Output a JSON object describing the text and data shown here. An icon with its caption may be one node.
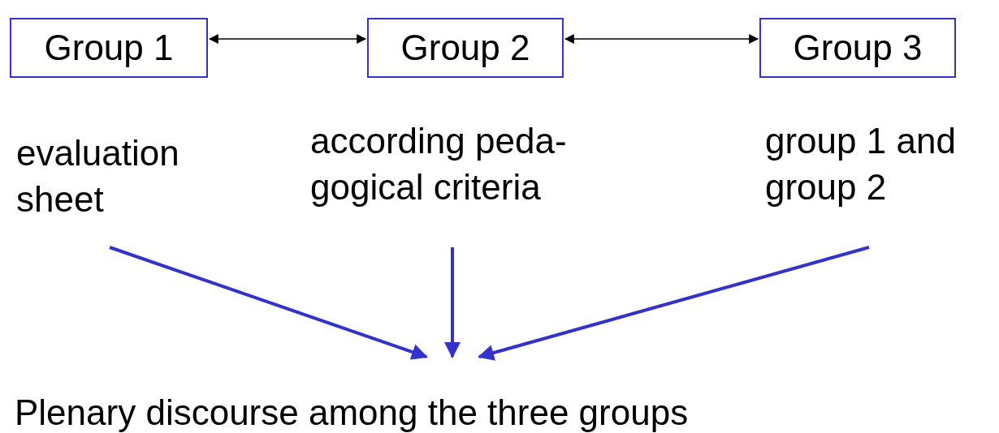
{
  "diagram": {
    "nodes": [
      {
        "text": [
          "Group 1"
        ]
      },
      {
        "text": [
          "Group 2"
        ]
      },
      {
        "text": [
          "Group 3"
        ]
      },
      {
        "text": [
          "evaluation sheet"
        ]
      },
      {
        "text": [
          "according peda- gogical criteria"
        ]
      },
      {
        "text": [
          "group 1 and group 2"
        ]
      },
      {
        "text": [
          "Plenary discourse among the three groups"
        ]
      }
    ],
    "edges": [
      {
        "from": 0,
        "to": 1,
        "arrow": "both",
        "color": "#000000"
      },
      {
        "from": 1,
        "to": 2,
        "arrow": "both",
        "color": "#000000"
      },
      {
        "from": 3,
        "to": 6,
        "arrow": "to"
      },
      {
        "from": 4,
        "to": 6,
        "arrow": "to"
      },
      {
        "from": 5,
        "to": 6,
        "arrow": "to"
      }
    ]
  }
}
